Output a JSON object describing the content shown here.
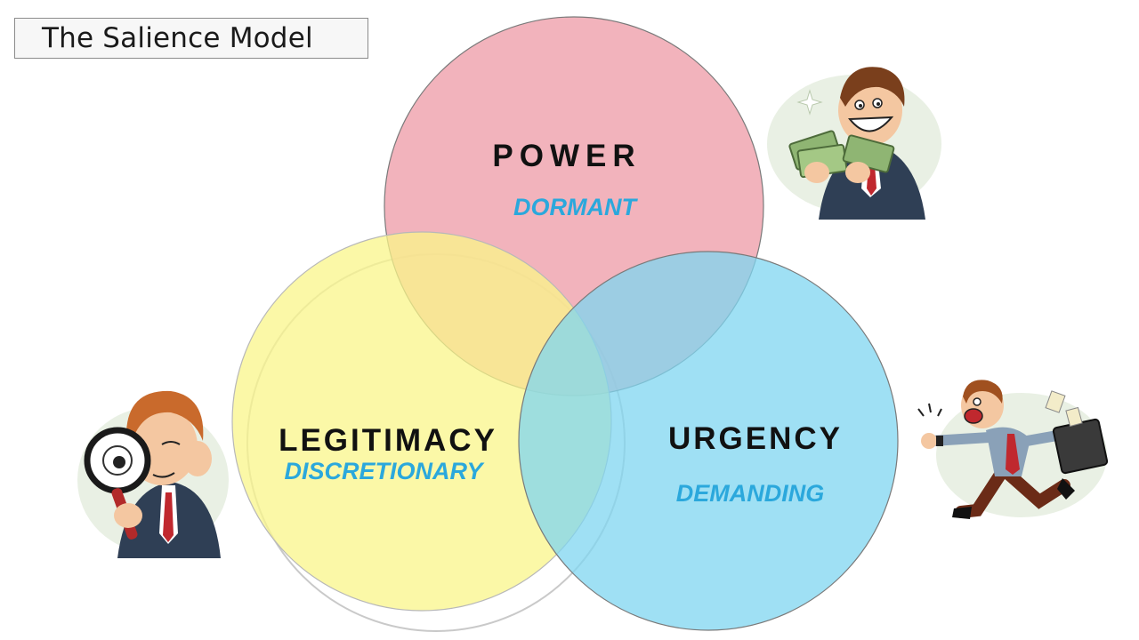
{
  "slide": {
    "title": "The Salience Model"
  },
  "circles": {
    "power": {
      "label": "POWER",
      "sublabel": "DORMANT",
      "color": "#ee9aa6"
    },
    "legitimacy": {
      "label": "LEGITIMACY",
      "sublabel": "DISCRETIONARY",
      "color": "#faf58a"
    },
    "urgency": {
      "label": "URGENCY",
      "sublabel": "DEMANDING",
      "color": "#7fd6f0"
    }
  },
  "colors": {
    "sublabel": "#2ba8dc",
    "outline": "#7a7a7a"
  },
  "illustrations": [
    "businessman-with-money-icon",
    "businessman-with-magnifier-icon",
    "businessman-running-late-icon"
  ]
}
